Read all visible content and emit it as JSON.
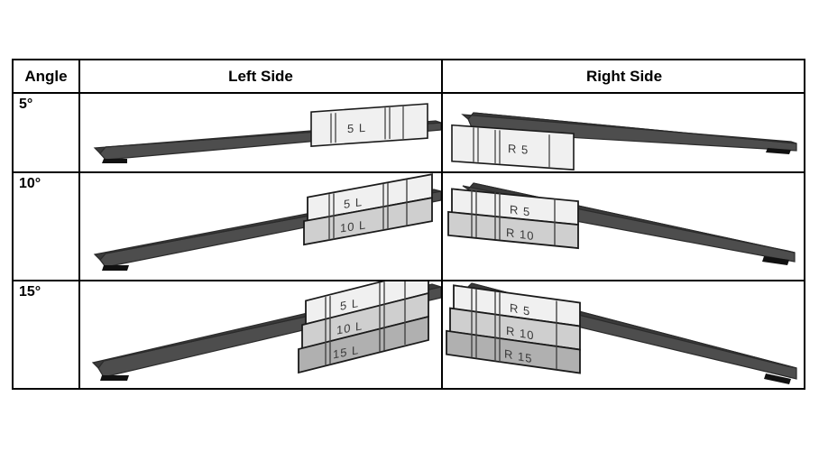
{
  "table": {
    "headers": {
      "angle": "Angle",
      "left": "Left Side",
      "right": "Right Side"
    },
    "rows": [
      {
        "angle": "5°",
        "left": {
          "wedges": [
            {
              "label": "5 L",
              "shade": "#f0f0f0"
            }
          ]
        },
        "right": {
          "wedges": [
            {
              "label": "R 5",
              "shade": "#f0f0f0"
            }
          ]
        }
      },
      {
        "angle": "10°",
        "left": {
          "wedges": [
            {
              "label": "5 L",
              "shade": "#f0f0f0"
            },
            {
              "label": "10 L",
              "shade": "#cfcfcf"
            }
          ]
        },
        "right": {
          "wedges": [
            {
              "label": "R 5",
              "shade": "#f0f0f0"
            },
            {
              "label": "R 10",
              "shade": "#cfcfcf"
            }
          ]
        }
      },
      {
        "angle": "15°",
        "left": {
          "wedges": [
            {
              "label": "5 L",
              "shade": "#f0f0f0"
            },
            {
              "label": "10 L",
              "shade": "#cfcfcf"
            },
            {
              "label": "15 L",
              "shade": "#b0b0b0"
            }
          ]
        },
        "right": {
          "wedges": [
            {
              "label": "R 5",
              "shade": "#f0f0f0"
            },
            {
              "label": "R 10",
              "shade": "#cfcfcf"
            },
            {
              "label": "R 15",
              "shade": "#b0b0b0"
            }
          ]
        }
      }
    ]
  },
  "colors": {
    "beam_face": "#4d4d4d",
    "beam_top": "#3a3a3a",
    "beam_edge": "#2b2b2b",
    "foot": "#111111",
    "outline": "#000000",
    "border": "#000000"
  }
}
